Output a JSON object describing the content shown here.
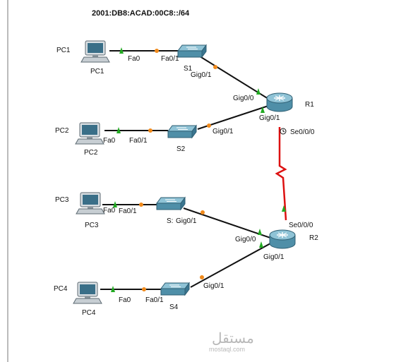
{
  "title": "2001:DB8:ACAD:00C8::/64",
  "colors": {
    "cable": "#111111",
    "serial": "#dd1111",
    "link_up": "#22aa22",
    "link_init": "#f08a1c",
    "device_blue": "#4f8fa8",
    "pc_screen": "#3a6f88"
  },
  "devices": {
    "pc1": {
      "tag": "PC1",
      "name": "PC1"
    },
    "pc2": {
      "tag": "PC2",
      "name": "PC2"
    },
    "pc3": {
      "tag": "PC3",
      "name": "PC3"
    },
    "pc4": {
      "tag": "PC4",
      "name": "PC4"
    },
    "s1": {
      "name": "S1"
    },
    "s2": {
      "name": "S2"
    },
    "s3": {
      "name": "S:"
    },
    "s4": {
      "name": "S4"
    },
    "r1": {
      "name": "R1"
    },
    "r2": {
      "name": "R2"
    }
  },
  "ports": {
    "pc1_fa0": "Fa0",
    "s1_fa01": "Fa0/1",
    "s1_gig01": "Gig0/1",
    "r1_gig00": "Gig0/0",
    "r1_gig01": "Gig0/1",
    "r1_se000": "Se0/0/0",
    "pc2_fa0": "Fa0",
    "s2_fa01": "Fa0/1",
    "s2_gig01": "Gig0/1",
    "pc3_fa0": "Fa0",
    "s3_fa01": "Fa0/1",
    "s3_gig01": "Gig0/1",
    "r2_se000": "Se0/0/0",
    "r2_gig00": "Gig0/0",
    "r2_gig01": "Gig0/1 ",
    "pc4_fa0": "Fa0",
    "s4_fa01": "Fa0/1",
    "s4_gig01": "Gig0/1"
  },
  "watermark": {
    "arabic": "مستقل",
    "latin": "mostaql.com"
  }
}
